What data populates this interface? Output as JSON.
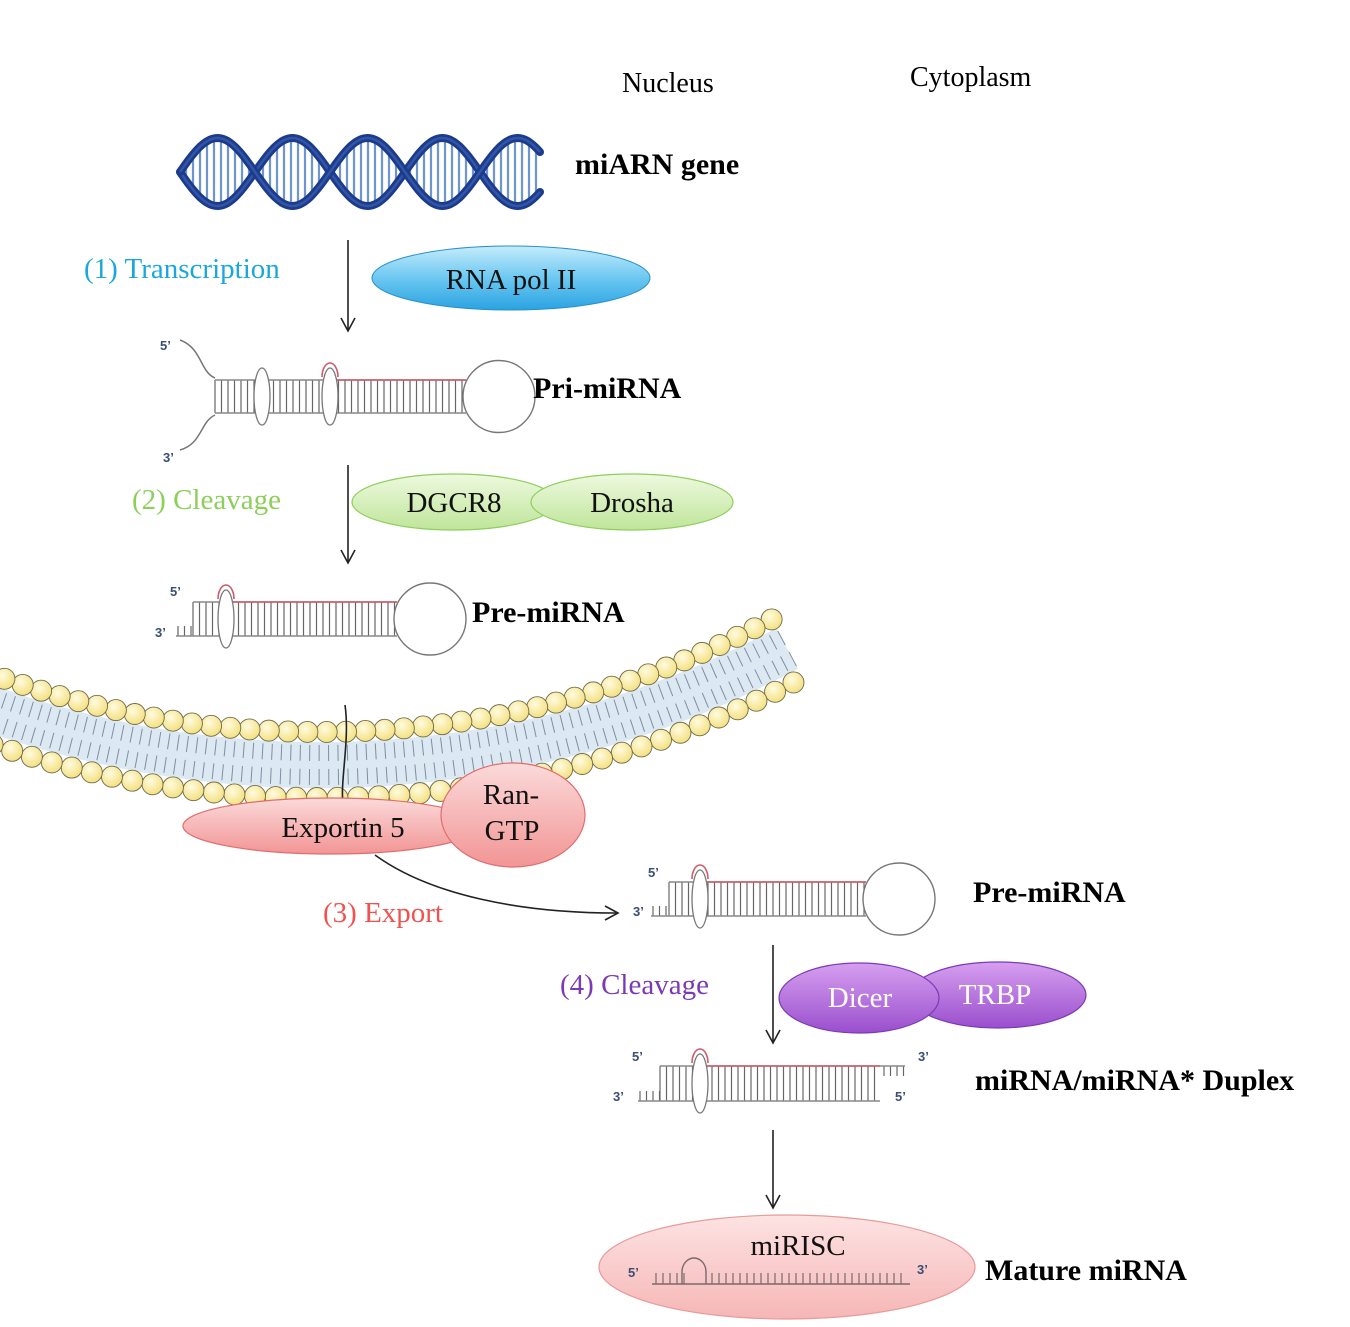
{
  "compartments": {
    "nucleus": "Nucleus",
    "cytoplasm": "Cytoplasm"
  },
  "labels": {
    "gene": "miARN gene",
    "pri": "Pri-miRNA",
    "pre_nuclear": "Pre-miRNA",
    "pre_cyto": "Pre-miRNA",
    "duplex": "miRNA/miRNA* Duplex",
    "mature": "Mature miRNA"
  },
  "steps": {
    "s1": "(1) Transcription",
    "s2": "(2) Cleavage",
    "s3": "(3) Export",
    "s4": "(4) Cleavage"
  },
  "enzymes": {
    "rnapol": "RNA pol II",
    "dgcr8": "DGCR8",
    "drosha": "Drosha",
    "exportin": "Exportin 5",
    "ran_line1": "Ran-",
    "ran_line2": "GTP",
    "dicer": "Dicer",
    "trbp": "TRBP",
    "mirisc": "miRISC"
  },
  "ends": {
    "five": "5’",
    "three": "3’"
  },
  "colors": {
    "transcription": "#1aa7dc",
    "cleavage2": "#8ccf5a",
    "export": "#f0534f",
    "cleavage4": "#7a3ab5",
    "membrane_head": "#fbf3b6",
    "membrane_core": "#dce8f2",
    "dna": "#1d3b8c"
  }
}
